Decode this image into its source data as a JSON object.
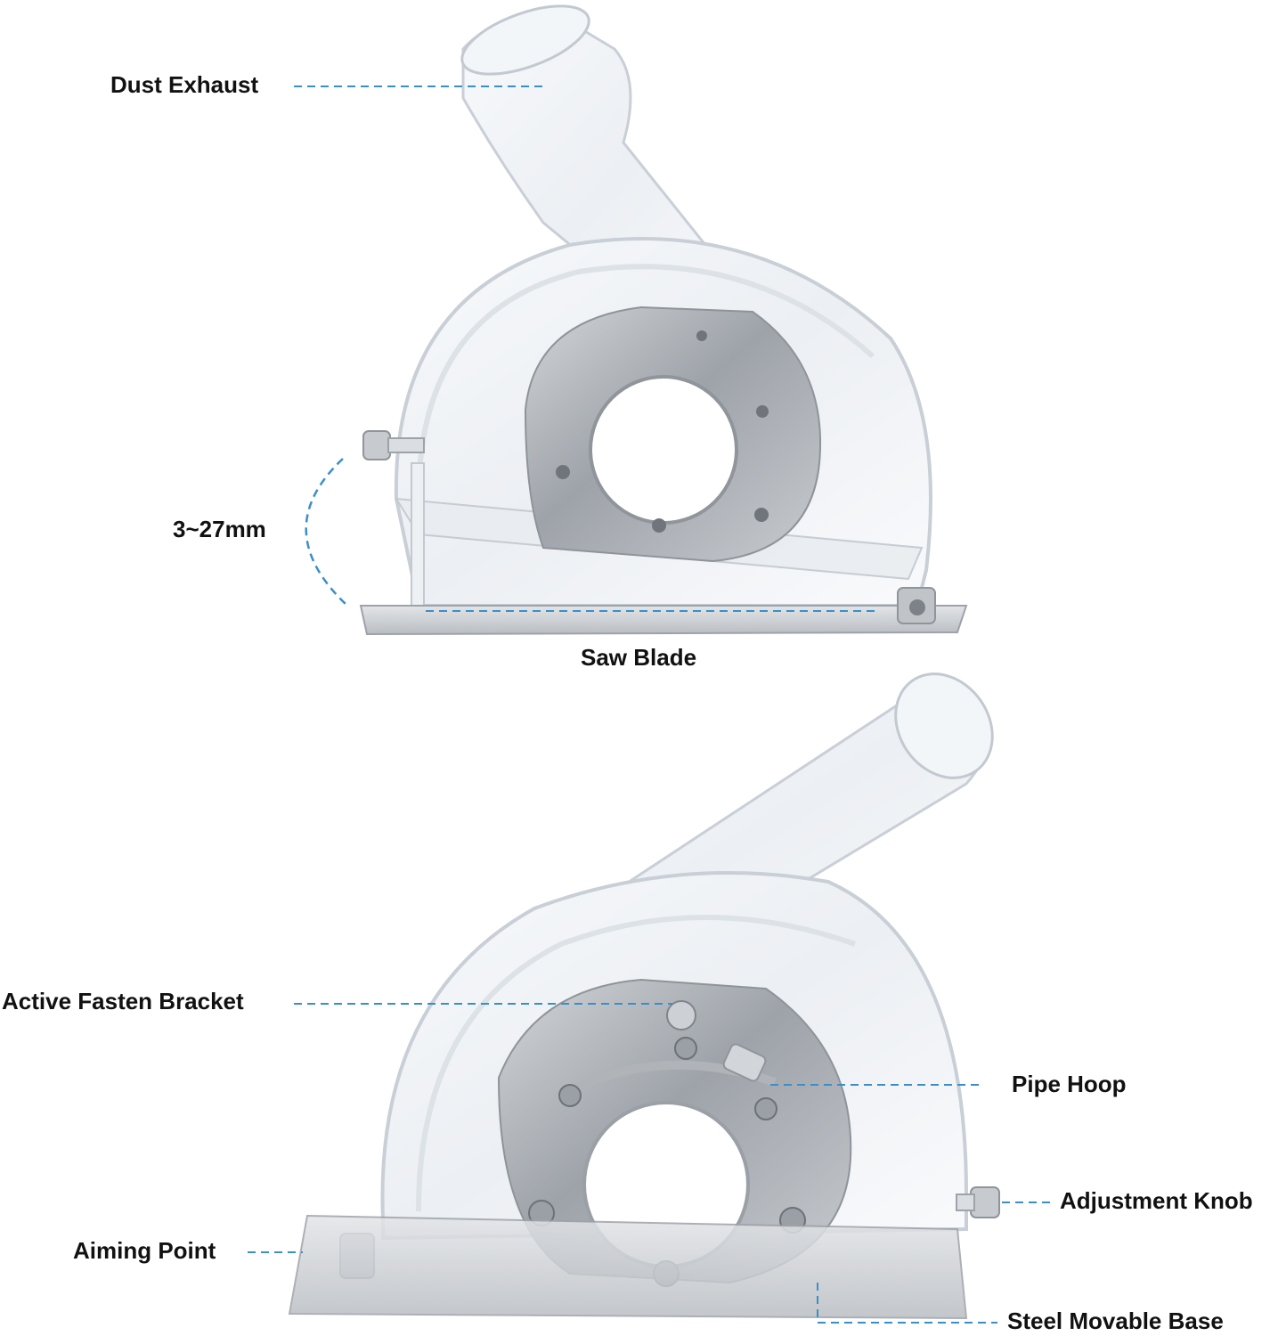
{
  "labels": {
    "dust_exhaust": "Dust Exhaust",
    "depth_range": "3~27mm",
    "saw_blade": "Saw Blade",
    "active_fasten_bracket": "Active Fasten Bracket",
    "pipe_hoop": "Pipe Hoop",
    "adjustment_knob": "Adjustment Knob",
    "aiming_point": "Aiming Point",
    "steel_movable_base": "Steel Movable Base"
  },
  "colors": {
    "leader_line": "#3a8fc9",
    "text": "#111111",
    "clear_plastic_edge": "#c9cfd6",
    "steel": "#a9aeb4"
  }
}
